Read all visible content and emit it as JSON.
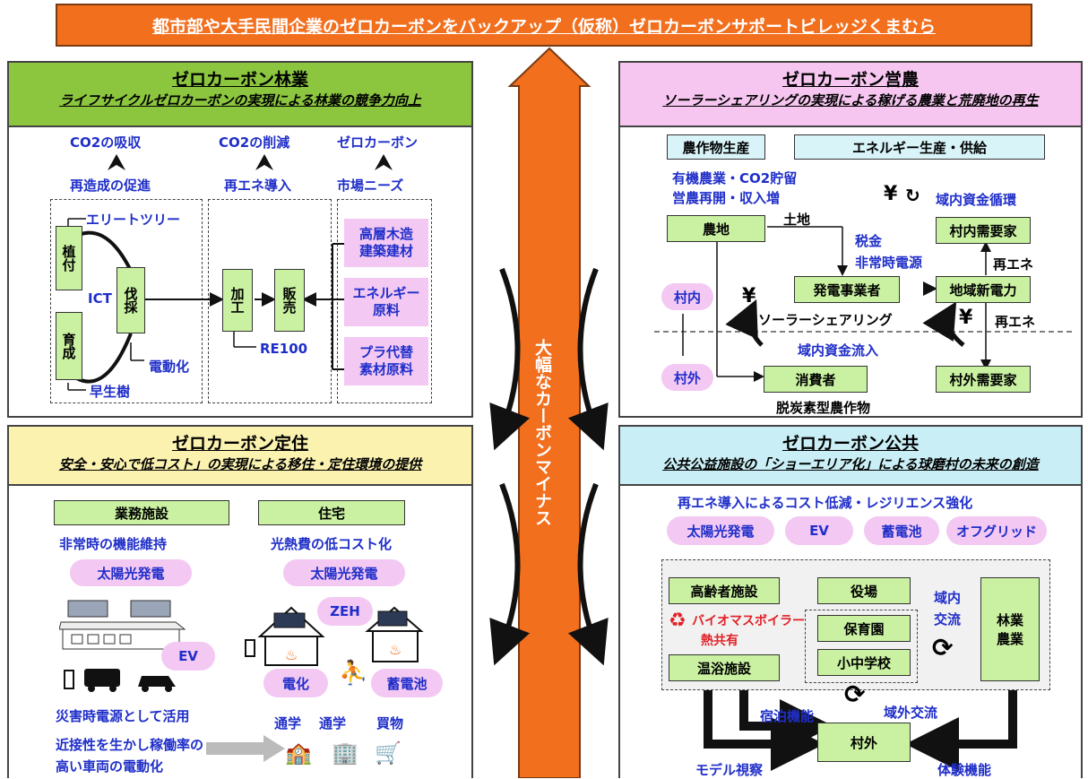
{
  "banner": "都市部や大手民間企業のゼロカーボンをバックアップ（仮称）ゼロカーボンサポートビレッジくまむら",
  "center_arrow": "大幅なカーボンマイナス",
  "forestry": {
    "title": "ゼロカーボン林業",
    "subtitle": "ライフサイクルゼロカーボンの実現による林業の競争力向上",
    "col_heads": [
      "CO2の吸収",
      "CO2の削減",
      "ゼロカーボン"
    ],
    "col_subs": [
      "再造成の促進",
      "再エネ導入",
      "市場ニーズ"
    ],
    "elite": "エリートツリー",
    "ict": "ICT",
    "plant": "植付",
    "grow": "育成",
    "harvest": "伐採",
    "electrify": "電動化",
    "early": "早生樹",
    "process": "加工",
    "sell": "販売",
    "re100": "RE100",
    "needs": [
      "高層木造\n建築建材",
      "エネルギー\n原料",
      "プラ代替\n素材原料"
    ]
  },
  "farming": {
    "title": "ゼロカーボン営農",
    "subtitle": "ソーラーシェアリングの実現による稼げる農業と荒廃地の再生",
    "crop": "農作物生産",
    "energy": "エネルギー生産・供給",
    "organic1": "有機農業・CO2貯留",
    "organic2": "営農再開・収入増",
    "farmland": "農地",
    "land": "土地",
    "tax": "税金",
    "emergency": "非常時電源",
    "yen_circ": "¥",
    "circulation": "域内資金循環",
    "village_demand": "村内需要家",
    "re1": "再エネ",
    "power_company": "発電事業者",
    "new_power": "地域新電力",
    "inside": "村内",
    "outside": "村外",
    "yen1": "¥",
    "solar_sharing": "ソーラーシェアリング",
    "yen2": "¥",
    "re2": "再エネ",
    "inflow": "域内資金流入",
    "consumer": "消費者",
    "outside_demand": "村外需要家",
    "decarb_crop": "脱炭素型農作物"
  },
  "living": {
    "title": "ゼロカーボン定住",
    "subtitle": "安全・安心で低コスト」の実現による移住・定住環境の提供",
    "business": "業務施設",
    "housing": "住宅",
    "bus_note": "非常時の機能維持",
    "house_note": "光熱費の低コスト化",
    "solar1": "太陽光発電",
    "solar2": "太陽光発電",
    "zeh": "ZEH",
    "ev": "EV",
    "electric": "電化",
    "battery": "蓄電池",
    "disaster": "災害時電源として活用",
    "commute1": "通学",
    "commute2": "通学",
    "shopping": "買物",
    "proximity1": "近接性を生かし稼働率の",
    "proximity2": "高い車両の電動化"
  },
  "public": {
    "title": "ゼロカーボン公共",
    "subtitle": "公共公益施設の「ショーエリア化」による球磨村の未来の創造",
    "re_cost": "再エネ導入によるコスト低減・レジリエンス強化",
    "pills": [
      "太陽光発電",
      "EV",
      "蓄電池",
      "オフグリッド"
    ],
    "elderly": "高齢者施設",
    "office": "役場",
    "nursery": "保育園",
    "school": "小中学校",
    "biomass": "バイオマスボイラー",
    "heat_share": "熱共有",
    "bath": "温浴施設",
    "intra": "域内",
    "exchange": "交流",
    "forest_farm": "林業\n農業",
    "stay": "宿泊機能",
    "outside_exchange": "域外交流",
    "outside": "村外",
    "model": "モデル視察",
    "experience": "体験機能"
  },
  "colors": {
    "banner": "#f26f1e",
    "green_head": "#8cc63f",
    "pink_head": "#f6c6f0",
    "yellow_head": "#fbf2b0",
    "cyan_head": "#c9eef5",
    "text_blue": "#1f2ec9"
  }
}
